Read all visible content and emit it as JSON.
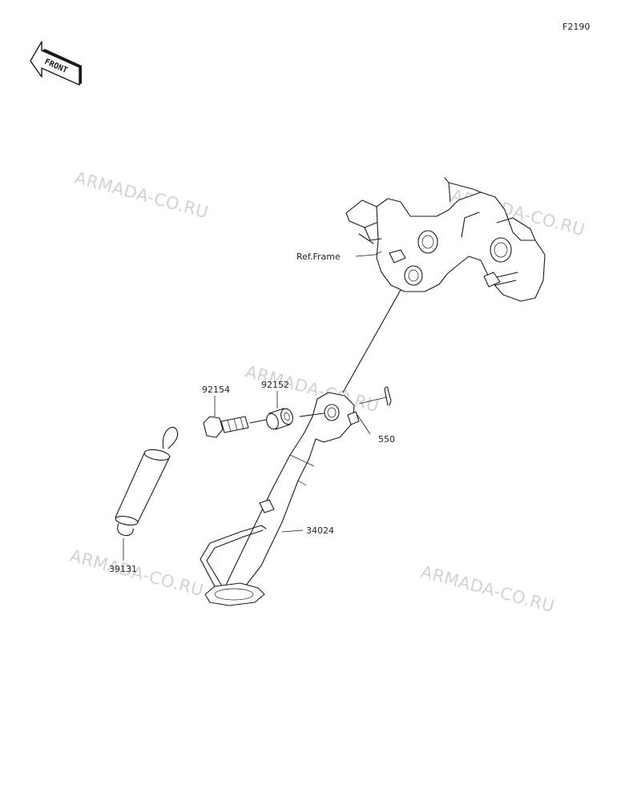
{
  "diagram_code": "F2190",
  "front_badge": "FRONT",
  "watermark": "ARMADA-CO.RU",
  "labels": {
    "ref_frame": "Ref.Frame",
    "p92154": "92154",
    "p92152": "92152",
    "p550": "550",
    "p39131": "39131",
    "p34024": "34024"
  }
}
